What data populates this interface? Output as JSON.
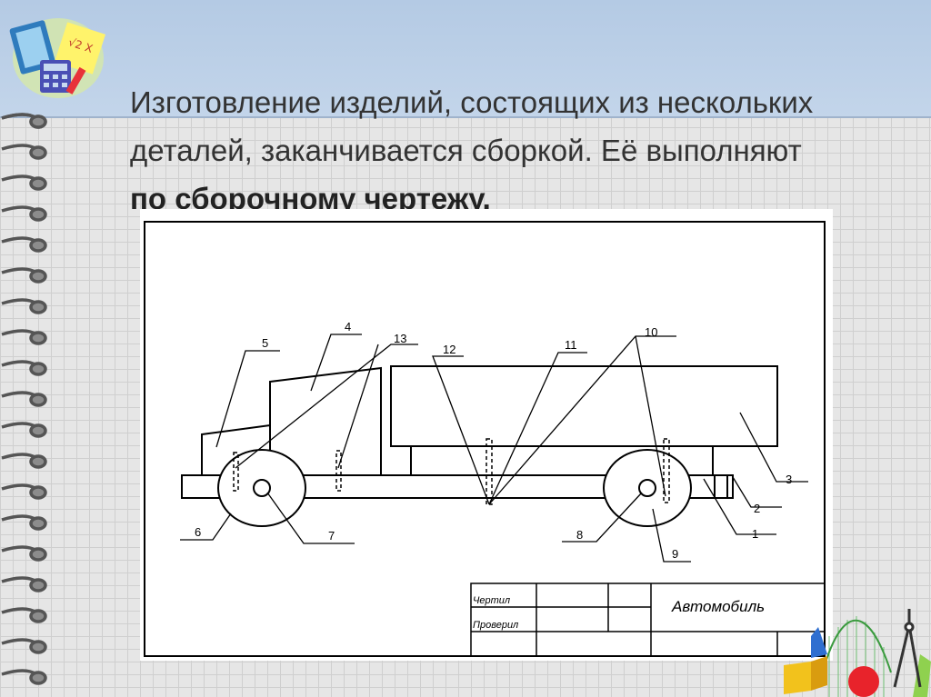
{
  "title": {
    "line1": "Изготовление изделий, состоящих из нескольких",
    "line2": "деталей, заканчивается сборкой. Её выполняют",
    "line3_bold": "по сборочному чертежу."
  },
  "drawing": {
    "part_labels": [
      "1",
      "2",
      "3",
      "4",
      "5",
      "6",
      "7",
      "8",
      "9",
      "10",
      "11",
      "12",
      "13"
    ],
    "title_block": {
      "drawn_by": "Чертил",
      "checked_by": "Проверил",
      "product_name": "Автомобиль"
    }
  },
  "colors": {
    "header": "#b4cae4",
    "background": "#e6e6e6",
    "ink": "#000000"
  }
}
